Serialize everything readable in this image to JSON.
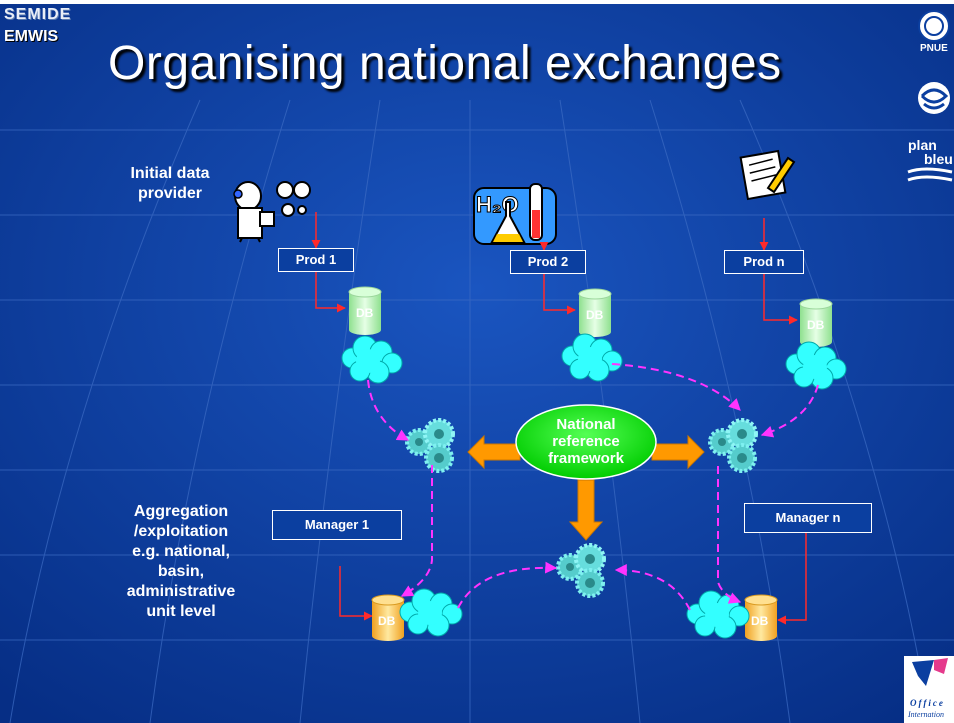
{
  "header": {
    "logo_line1": "SEMIDE",
    "logo_line2": "EMWIS",
    "title": "Organising national exchanges"
  },
  "labels": {
    "initial_data_provider": [
      "Initial data",
      "provider"
    ],
    "aggregation": [
      "Aggregation",
      "/exploitation",
      "e.g. national,",
      "basin,",
      "administrative",
      "unit level"
    ],
    "national_reference": [
      "National",
      "reference",
      "framework"
    ]
  },
  "producers": [
    {
      "label": "Prod 1",
      "db": "DB"
    },
    {
      "label": "Prod 2",
      "db": "DB"
    },
    {
      "label": "Prod n",
      "db": "DB"
    }
  ],
  "managers": [
    {
      "label": "Manager 1",
      "db": "DB"
    },
    {
      "label": "Manager n",
      "db": "DB"
    }
  ],
  "right_logos": [
    "PNUE",
    "plan",
    "bleu"
  ],
  "bottom_logo_text": [
    "Office",
    "Internation"
  ],
  "colors": {
    "background": "#0b3fa0",
    "arrow_red": "#ff2a2a",
    "arrow_magenta": "#ff33ff",
    "arrow_orange": "#ff9900",
    "national_green": "#00ee00",
    "cloud_cyan": "#33ffff",
    "gear_cyan": "#66dddd",
    "db_green": "#bbffbb",
    "db_orange": "#ffcc44"
  }
}
